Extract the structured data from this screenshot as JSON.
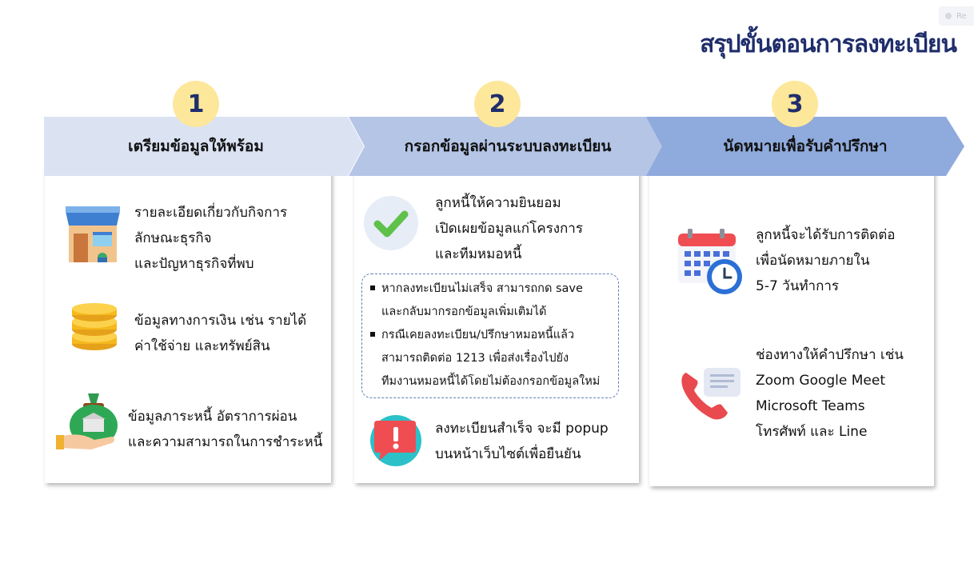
{
  "title": "สรุปขั้นตอนการลงทะเบียน",
  "corner_chip": "Re",
  "steps": [
    {
      "number": "1",
      "heading": "เตรียมข้อมูลให้พร้อม",
      "items": [
        {
          "icon": "store-icon",
          "lines": [
            "รายละเอียดเกี่ยวกับกิจการ",
            "ลักษณะธุรกิจ",
            "และปัญหาธุรกิจที่พบ"
          ]
        },
        {
          "icon": "coins-icon",
          "lines": [
            "ข้อมูลทางการเงิน เช่น รายได้",
            "ค่าใช้จ่าย และทรัพย์สิน"
          ]
        },
        {
          "icon": "money-bag-icon",
          "lines": [
            "ข้อมูลภาระหนี้ อัตราการผ่อน",
            "และความสามารถในการชำระหนี้"
          ]
        }
      ]
    },
    {
      "number": "2",
      "heading": "กรอกข้อมูลผ่านระบบลงทะเบียน",
      "items": [
        {
          "icon": "check-icon",
          "lines": [
            "ลูกหนี้ให้ความยินยอม",
            "เปิดเผยข้อมูลแก่โครงการ",
            "และทีมหมอหนี้"
          ]
        },
        {
          "icon": "alert-icon",
          "lines": [
            "ลงทะเบียนสำเร็จ จะมี popup",
            "บนหน้าเว็บไซต์เพื่อยืนยัน"
          ]
        }
      ],
      "note": {
        "bullet1": [
          "หากลงทะเบียนไม่เสร็จ สามารถกด save",
          "และกลับมากรอกข้อมูลเพิ่มเติมได้"
        ],
        "bullet2": [
          "กรณีเคยลงทะเบียน/ปรึกษาหมอหนี้แล้ว",
          "สามารถติดต่อ 1213 เพื่อส่งเรื่องไปยัง",
          "ทีมงานหมอหนี้ได้โดยไม่ต้องกรอกข้อมูลใหม่"
        ]
      }
    },
    {
      "number": "3",
      "heading": "นัดหมายเพื่อรับคำปรึกษา",
      "items": [
        {
          "icon": "calendar-clock-icon",
          "lines": [
            "ลูกหนี้จะได้รับการติดต่อ",
            "เพื่อนัดหมายภายใน",
            "5-7 วันทำการ"
          ]
        },
        {
          "icon": "phone-chat-icon",
          "lines": [
            "ช่องทางให้คำปรึกษา เช่น",
            "Zoom Google Meet",
            "Microsoft Teams",
            "โทรศัพท์ และ Line"
          ]
        }
      ]
    }
  ],
  "colors": {
    "title": "#1f2d6b",
    "badge": "#fde79a",
    "arrow1": "#dbe3f3",
    "arrow2": "#b4c5e6",
    "arrow3": "#8faadc",
    "note_border": "#5f7fb5"
  }
}
